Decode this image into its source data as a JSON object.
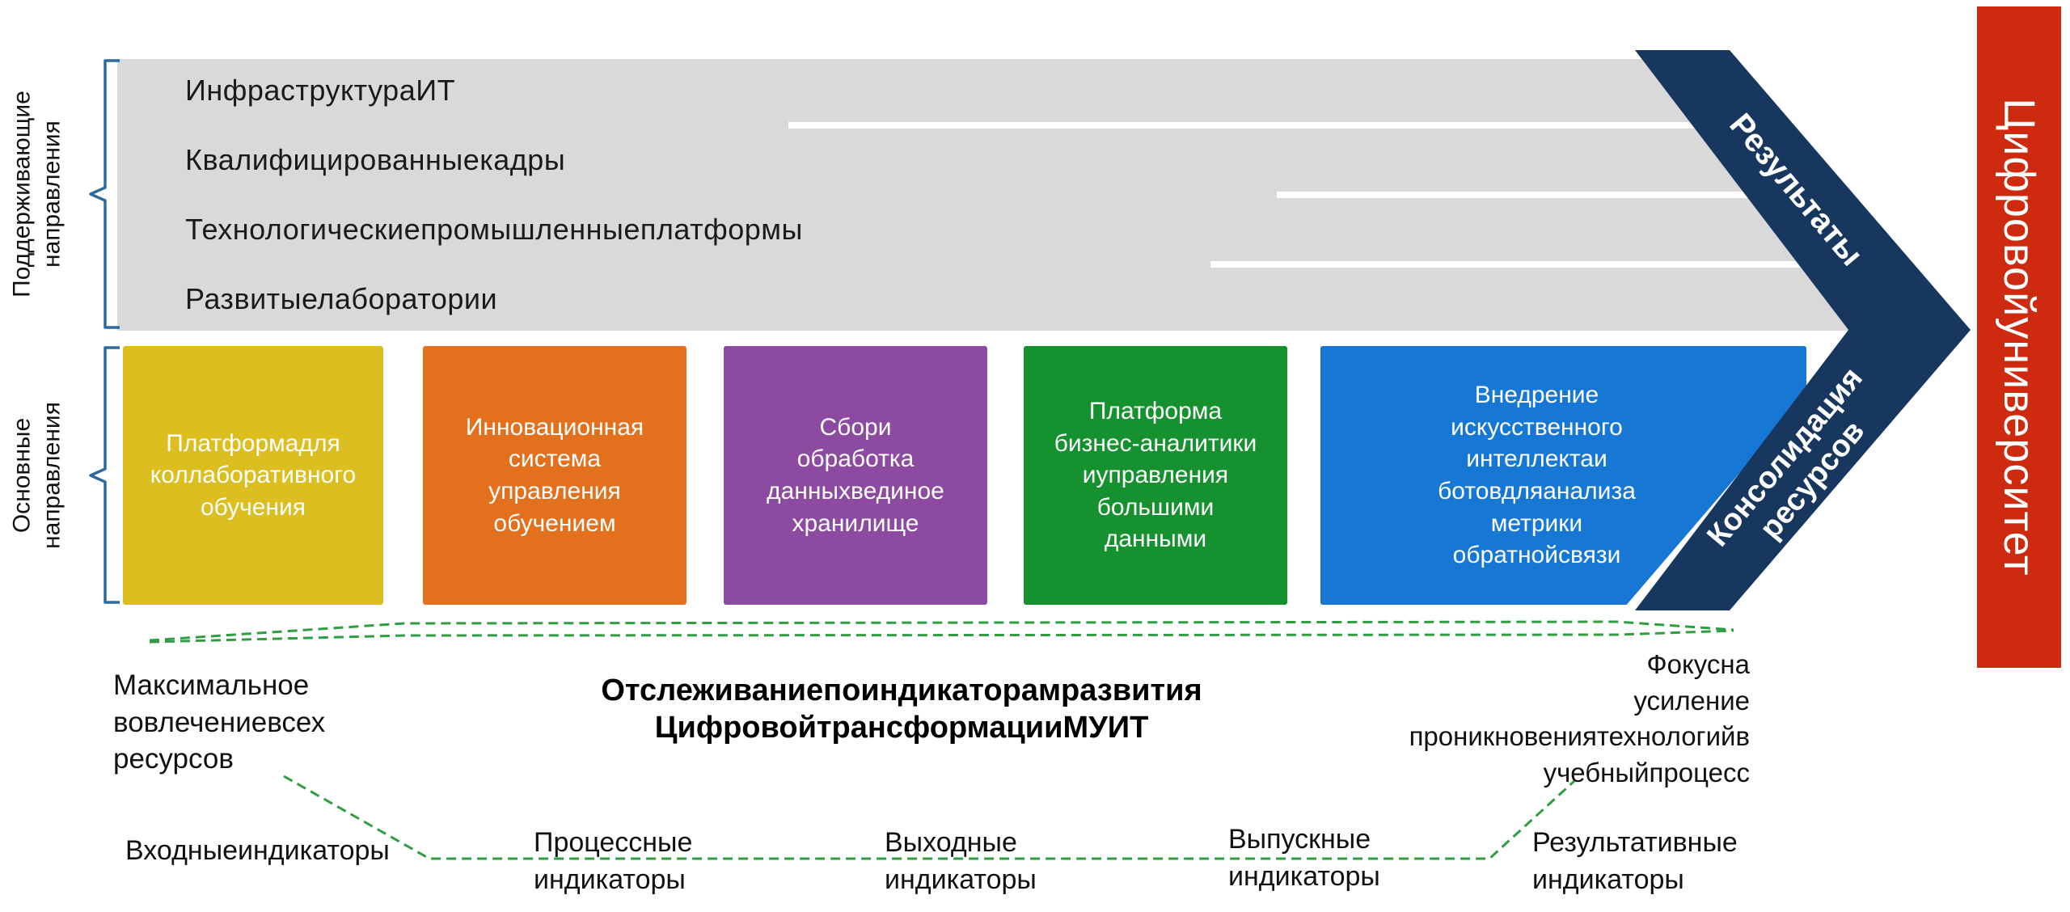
{
  "left_labels": {
    "supporting": "Поддерживающие\nнаправления",
    "main": "Основные\nнаправления"
  },
  "supporting_bars": [
    "ИнфраструктураИТ",
    "Квалифицированныекадры",
    "Технологическиепромышленныеплатформы",
    "Развитыелаборатории"
  ],
  "main_boxes": [
    {
      "label": "Платформадля\nколлаборативного\nобучения",
      "color": "#dcbe21"
    },
    {
      "label": "Инновационная\nсистема\nуправления\nобучением",
      "color": "#e2701c"
    },
    {
      "label": "Сбори\nобработка\nданныхвединое\nхранилище",
      "color": "#8c4ba1"
    },
    {
      "label": "Платформа\nбизнес-аналитики\nиуправления\nбольшими\nданными",
      "color": "#16912f"
    },
    {
      "label": "Внедрение\nискусственного\nинтеллектаи\nботовдляанализа\nметрики\nобратнойсвязи",
      "color": "#1678d4"
    }
  ],
  "chevron": {
    "top_label": "Результаты",
    "bottom_label": "Консолидация\nресурсов",
    "color": "#18375f"
  },
  "right_banner": {
    "label": "Цифровойуниверситет",
    "color": "#ce2a10"
  },
  "notes": {
    "left": "Максимальное\nвовлечениевсех\nресурсов",
    "center": "Отслеживаниепоиндикаторамразвития\nЦифровойтрансформацииМУИТ",
    "right": "Фокусна\nусиление\nпроникновениятехнологийв\nучебныйпроцесс"
  },
  "indicators": [
    "Входныеиндикаторы",
    "Процессные\nиндикаторы",
    "Выходные\nиндикаторы",
    "Выпускные\nиндикаторы",
    "Результативные\nиндикаторы"
  ],
  "colors": {
    "gray_bar": "#d9d9d9",
    "connector_dashed": "#2f9e41",
    "bracket": "#2e6a9b"
  }
}
